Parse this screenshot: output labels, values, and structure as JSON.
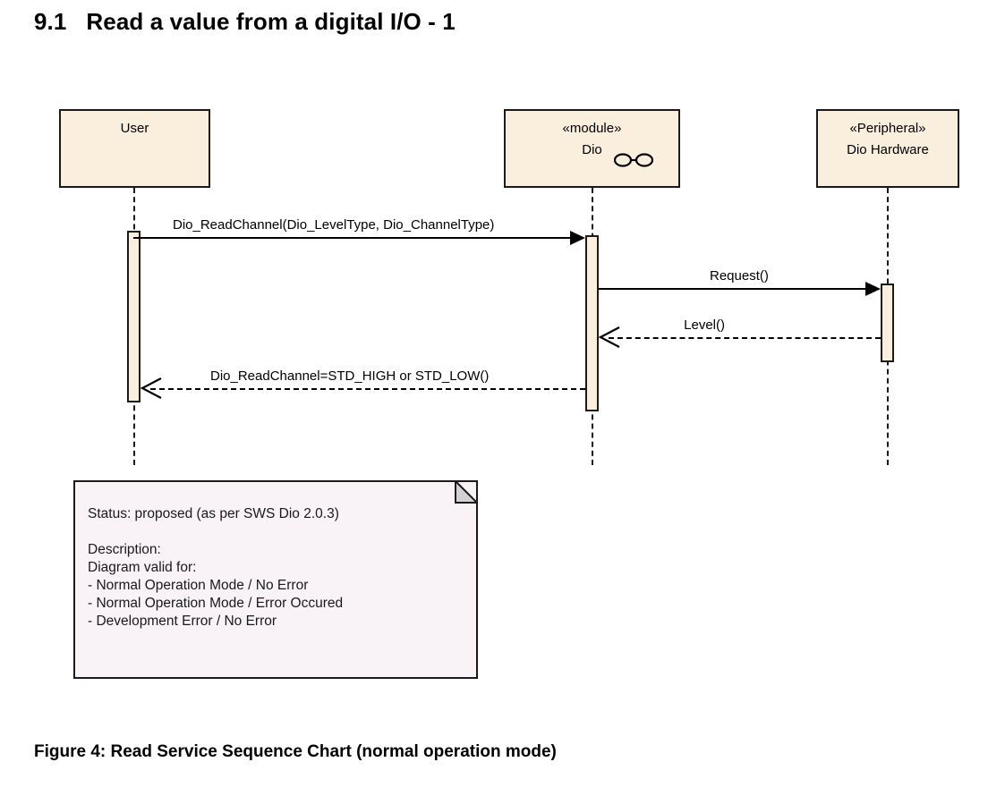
{
  "heading": "9.1   Read a value from a digital I/O - 1",
  "caption": "Figure 4: Read Service Sequence Chart (normal operation mode)",
  "colors": {
    "lifeline_fill": "#faeedd",
    "note_fill": "#f9f2f6",
    "fold_fill": "#d2d2d2",
    "stroke": "#1a1a1a",
    "page_bg": "#ffffff"
  },
  "diagram": {
    "type": "uml-sequence",
    "participants": [
      {
        "id": "user",
        "stereotype": "",
        "name": "User",
        "icon": ""
      },
      {
        "id": "dio",
        "stereotype": "«module»",
        "name": "Dio",
        "icon": "interface-dumbbell-icon"
      },
      {
        "id": "hw",
        "stereotype": "«Peripheral»",
        "name": "Dio Hardware",
        "icon": ""
      }
    ],
    "messages": [
      {
        "id": "m1",
        "label": "Dio_ReadChannel(Dio_LevelType, Dio_ChannelType)",
        "from": "user",
        "to": "dio",
        "style": "solid",
        "arrow": "filled",
        "direction": "right"
      },
      {
        "id": "m2",
        "label": "Request()",
        "from": "dio",
        "to": "hw",
        "style": "solid",
        "arrow": "filled",
        "direction": "right"
      },
      {
        "id": "m3",
        "label": "Level()",
        "from": "hw",
        "to": "dio",
        "style": "dashed",
        "arrow": "open",
        "direction": "left"
      },
      {
        "id": "m4",
        "label": "Dio_ReadChannel=STD_HIGH or STD_LOW()",
        "from": "dio",
        "to": "user",
        "style": "dashed",
        "arrow": "open",
        "direction": "left"
      }
    ],
    "note": {
      "status_line": "Status: proposed (as per SWS Dio 2.0.3)",
      "blank": "",
      "description_label": "Description:",
      "valid_for_label": "Diagram valid for:",
      "bullets": [
        "- Normal Operation Mode / No Error",
        "- Normal Operation Mode / Error Occured",
        "- Development Error / No Error"
      ],
      "text": "Status: proposed (as per SWS Dio 2.0.3)\n\nDescription:\nDiagram valid for:\n- Normal Operation Mode / No Error\n- Normal Operation Mode / Error Occured\n- Development Error / No Error"
    }
  }
}
